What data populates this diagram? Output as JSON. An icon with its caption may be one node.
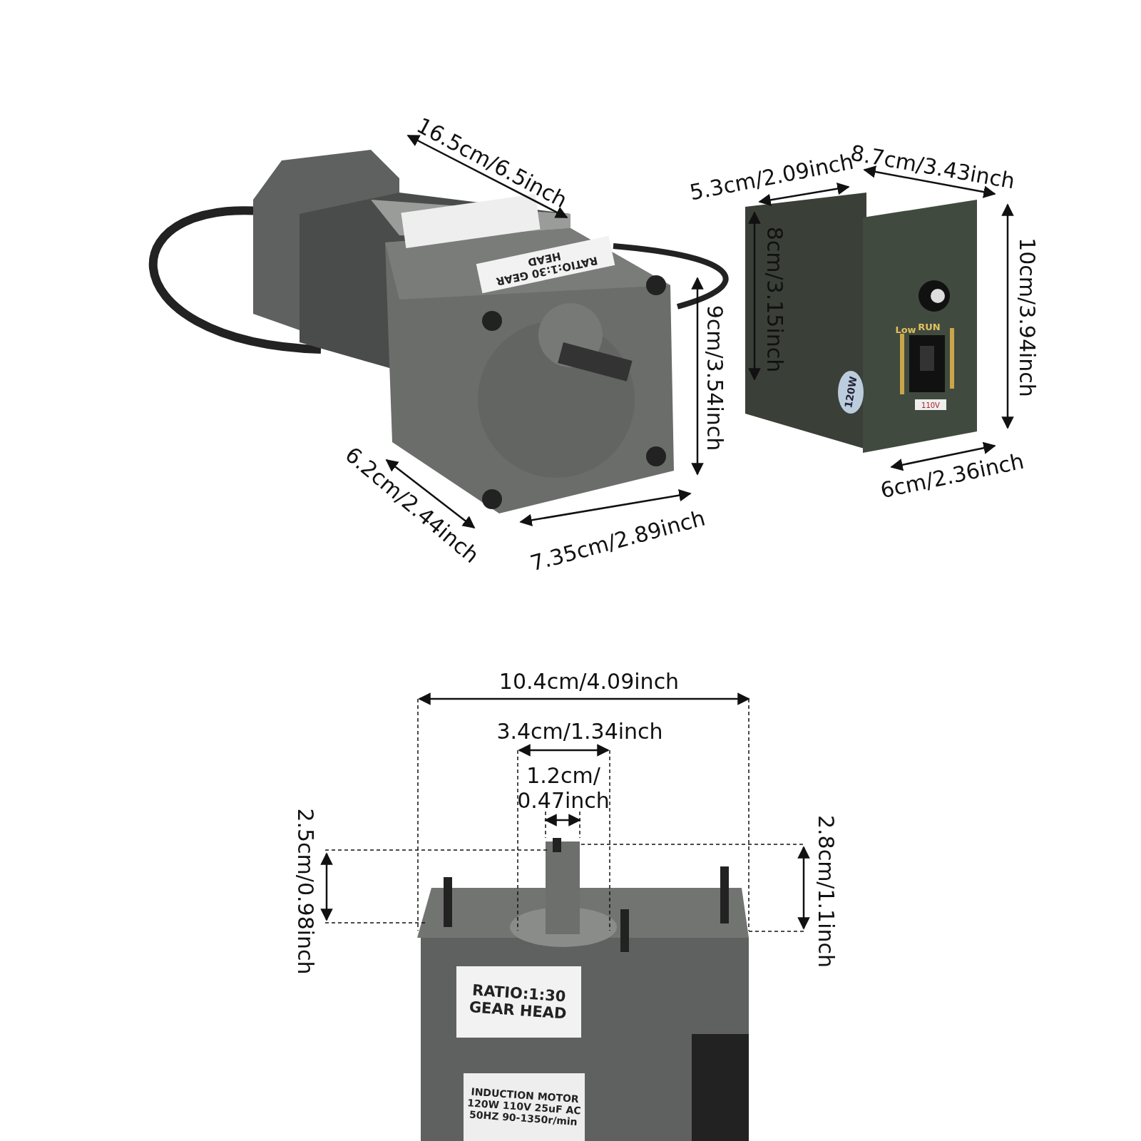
{
  "diagram": {
    "labels": [
      "16.5cm/6.5inch",
      "5.3cm/2.09inch",
      "8.7cm/3.43inch",
      "9cm/3.54inch",
      "8cm/3.15inch",
      "10cm/3.94inch",
      "6.2cm/2.44inch",
      "7.35cm/2.89inch",
      "6cm/2.36inch",
      "10.4cm/4.09inch",
      "3.4cm/1.34inch",
      "1.2cm/ 0.47inch",
      "2.5cm/0.98inch",
      "2.8cm/1.1inch",
      "RATIO:1:30 GEAR HEAD",
      "Low",
      "RUN",
      "120W",
      "110V",
      "RATIO:1:30 GEAR HEAD",
      "INDUCTION MOTOR 120W 110V 25uF AC 50HZ 90-1350r/min"
    ]
  }
}
